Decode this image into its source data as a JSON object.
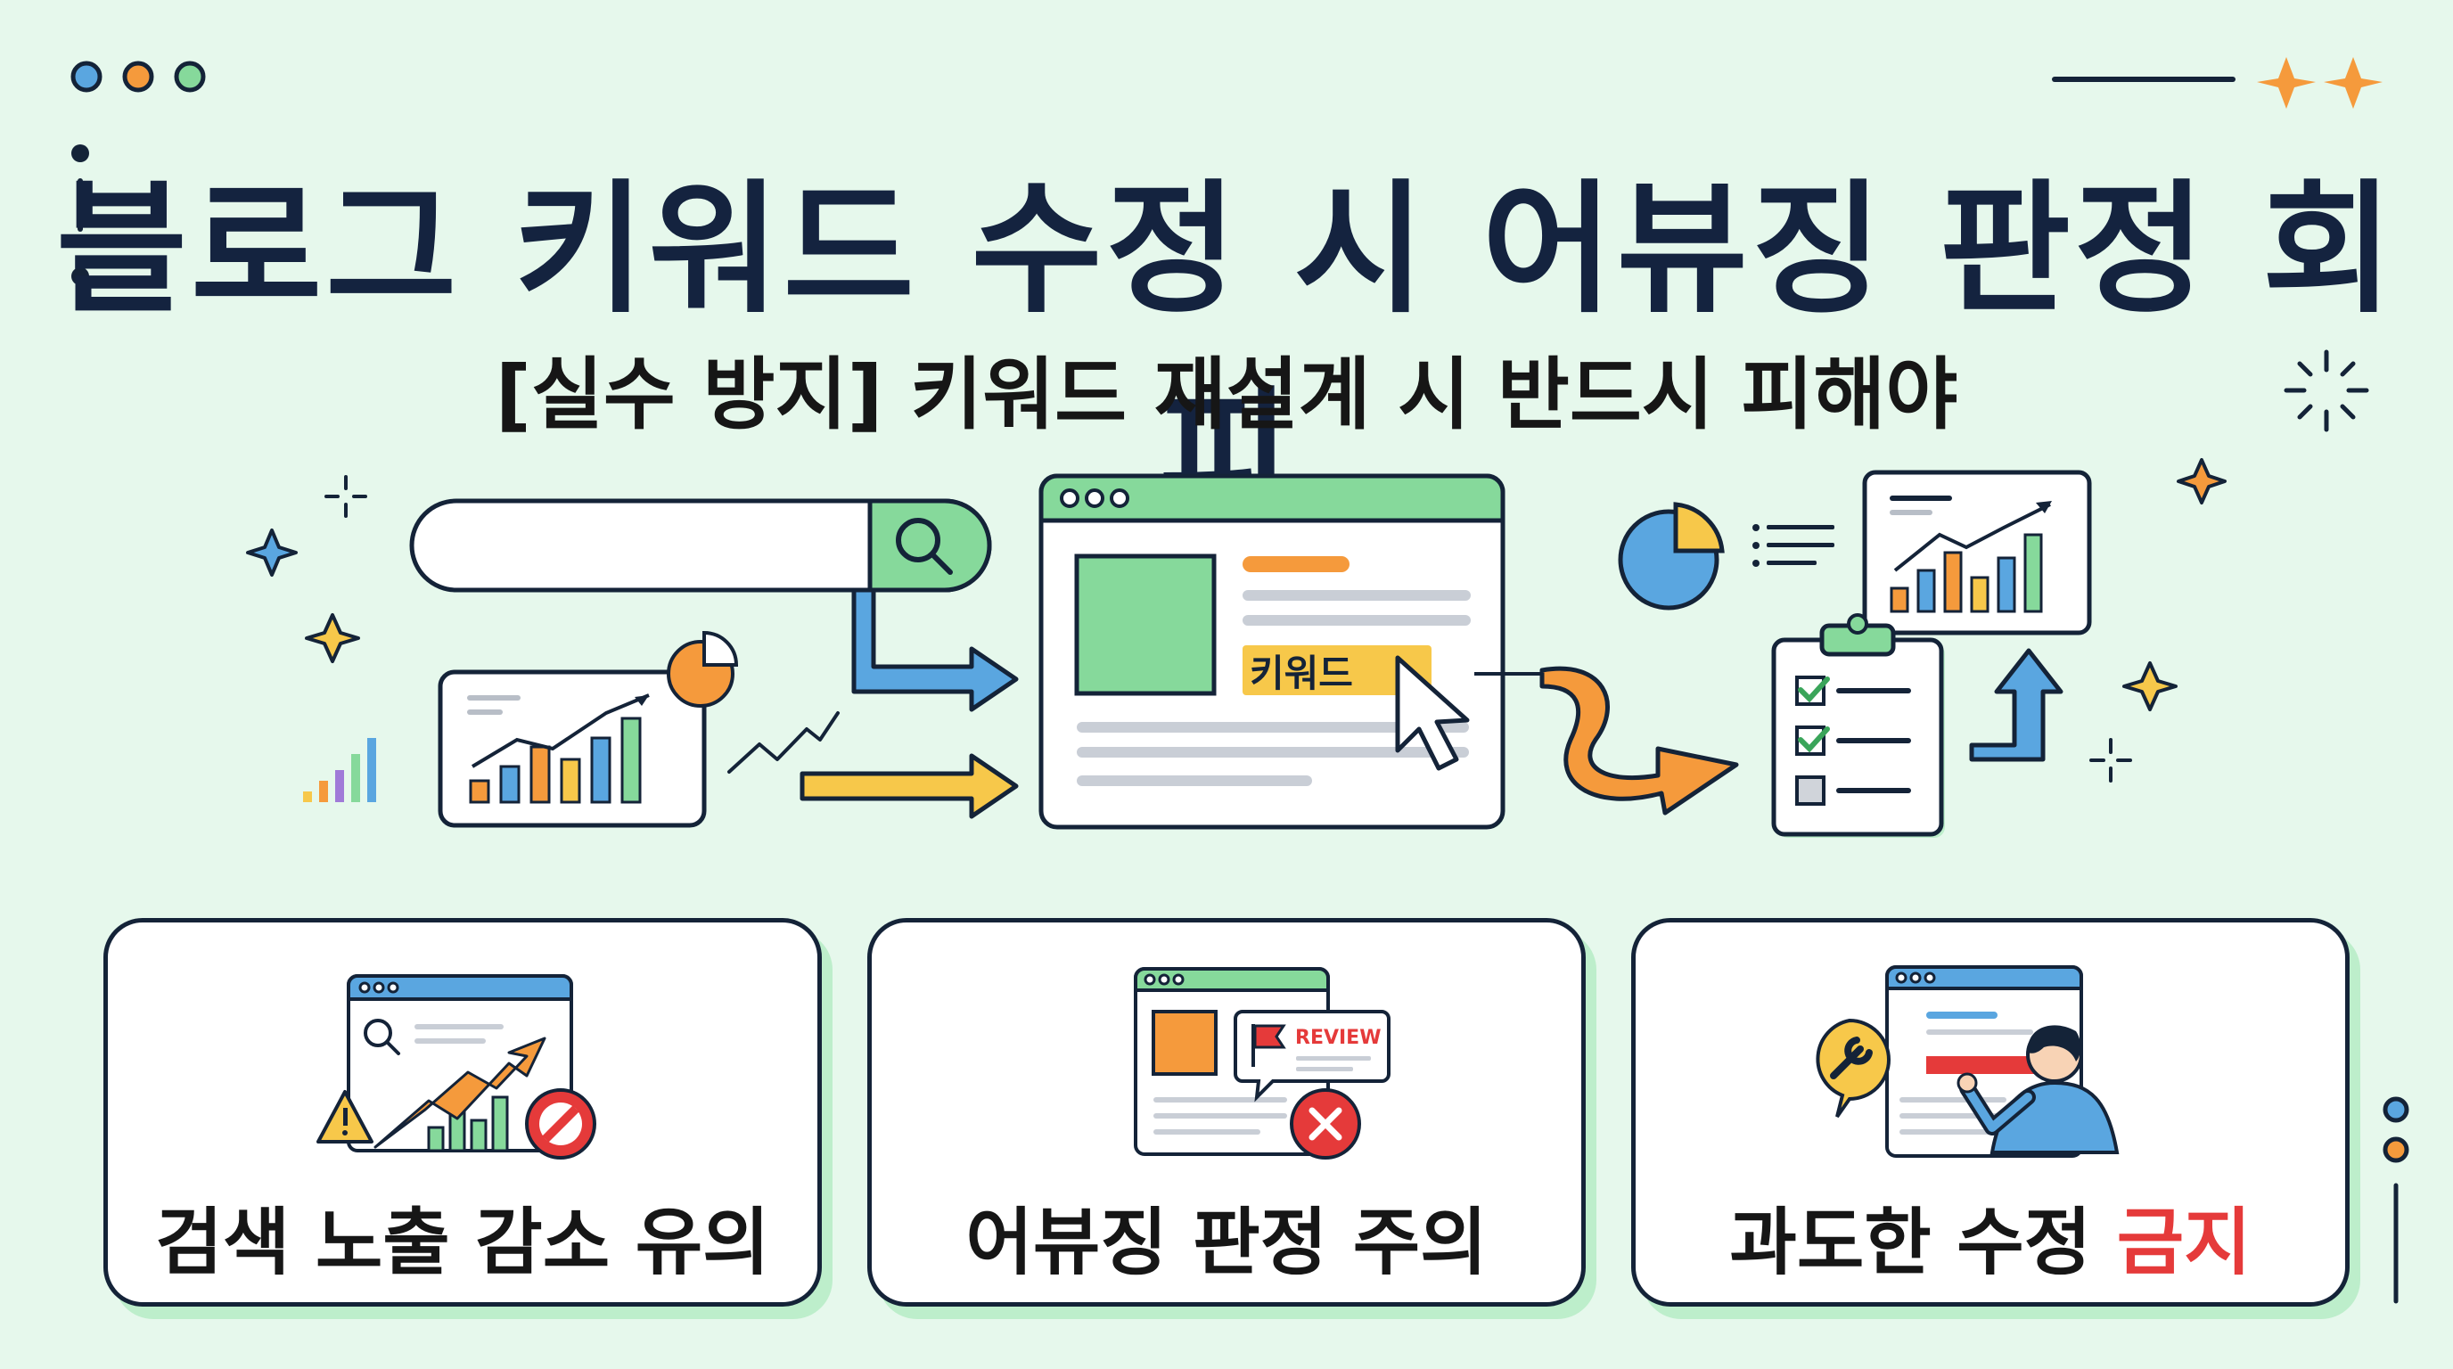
{
  "title": "블로그 키워드 수정 시 어뷰징 판정 회피",
  "subtitle": "[실수 방지] 키워드 재설계 시 반드시 피해야",
  "illustration": {
    "keyword_tag": "키워드",
    "review_badge": "REVIEW"
  },
  "cards": [
    {
      "label": "검색 노출 감소 유의"
    },
    {
      "label": "어뷰징 판정 주의"
    },
    {
      "label_main": "과도한 수정 ",
      "label_accent": "금지"
    }
  ],
  "colors": {
    "background": "#e6f8ec",
    "title": "#14233f",
    "accent_green": "#86d99b",
    "accent_orange": "#f59a3c",
    "accent_blue": "#5aa6e0",
    "accent_yellow": "#f7c84a",
    "danger_red": "#e53a3a"
  },
  "icons": [
    "search-icon",
    "cursor-icon",
    "pie-chart-icon",
    "checklist-icon",
    "warning-icon",
    "prohibited-icon",
    "flag-icon",
    "close-icon",
    "wrench-icon",
    "person-icon",
    "sparkle-icon"
  ]
}
